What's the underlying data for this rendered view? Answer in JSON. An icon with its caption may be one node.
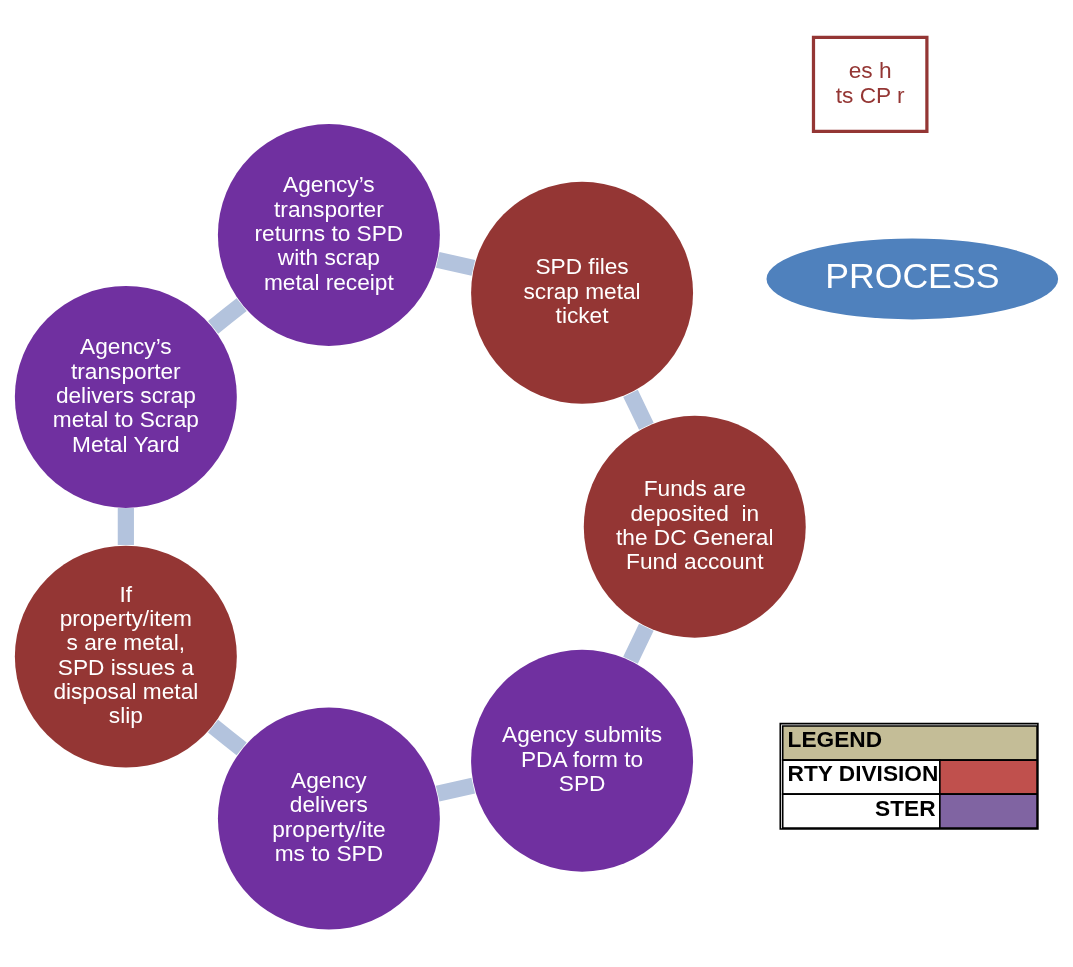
{
  "diagram": {
    "nodes": [
      {
        "text": [
          "Agency submits PDA form to SPD"
        ]
      },
      {
        "text": [
          "Agency delivers property/ite ms to SPD"
        ]
      },
      {
        "text": [
          "If property/item s are metal, SPD issues a disposal metal slip"
        ]
      },
      {
        "text": [
          "Agency’s transporter delivers scrap metal to Scrap Metal Yard"
        ]
      },
      {
        "text": [
          "Agency’s transporter returns to SPD  with scrap metal receipt"
        ]
      },
      {
        "text": [
          "SPD files scrap metal ticket"
        ]
      },
      {
        "text": [
          "Funds are deposited  in the DC General Fund account"
        ]
      },
      {
        "text": [
          "PROCESS"
        ]
      },
      {
        "text": [
          "es h",
          "ts CP r"
        ]
      }
    ],
    "edges": [
      {
        "from": 0,
        "to": 1,
        "arrow": "none"
      },
      {
        "from": 1,
        "to": 2,
        "arrow": "none"
      },
      {
        "from": 2,
        "to": 3,
        "arrow": "none"
      },
      {
        "from": 3,
        "to": 4,
        "arrow": "none"
      },
      {
        "from": 4,
        "to": 5,
        "arrow": "none"
      },
      {
        "from": 5,
        "to": 6,
        "arrow": "none"
      },
      {
        "from": 6,
        "to": 0,
        "arrow": "none"
      }
    ],
    "labels": [
      "LEGEND"
    ],
    "legend": [
      {
        "text": "RTY DIVISION",
        "color": "#c0504d"
      },
      {
        "text": "STER",
        "color": "#8064a2"
      }
    ]
  }
}
